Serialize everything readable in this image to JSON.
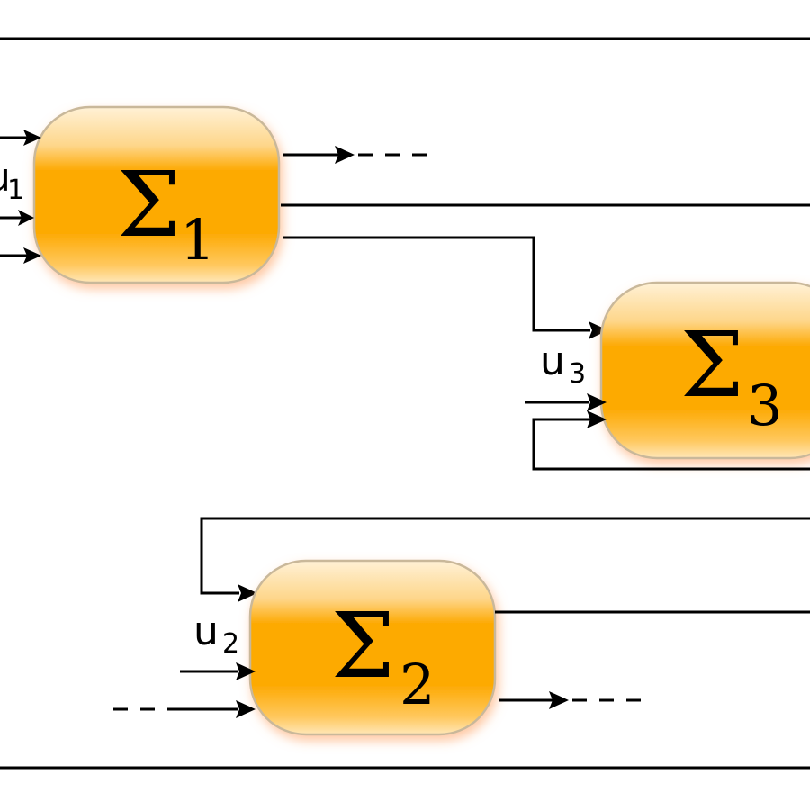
{
  "blocks": [
    {
      "id": "block-1",
      "symbol": "Σ",
      "subscript": "1",
      "input_symbol": "u",
      "input_subscript": "1"
    },
    {
      "id": "block-2",
      "symbol": "Σ",
      "subscript": "2",
      "input_symbol": "u",
      "input_subscript": "2"
    },
    {
      "id": "block-3",
      "symbol": "Σ",
      "subscript": "3",
      "input_symbol": "u",
      "input_subscript": "3"
    }
  ],
  "colors": {
    "block_fill_top": "#FFF1D6",
    "block_fill_mid": "#FDAA05",
    "block_border": "#C9B89A",
    "block_glow": "#FF9B55",
    "line": "#000000",
    "background": "#FFFFFF"
  }
}
